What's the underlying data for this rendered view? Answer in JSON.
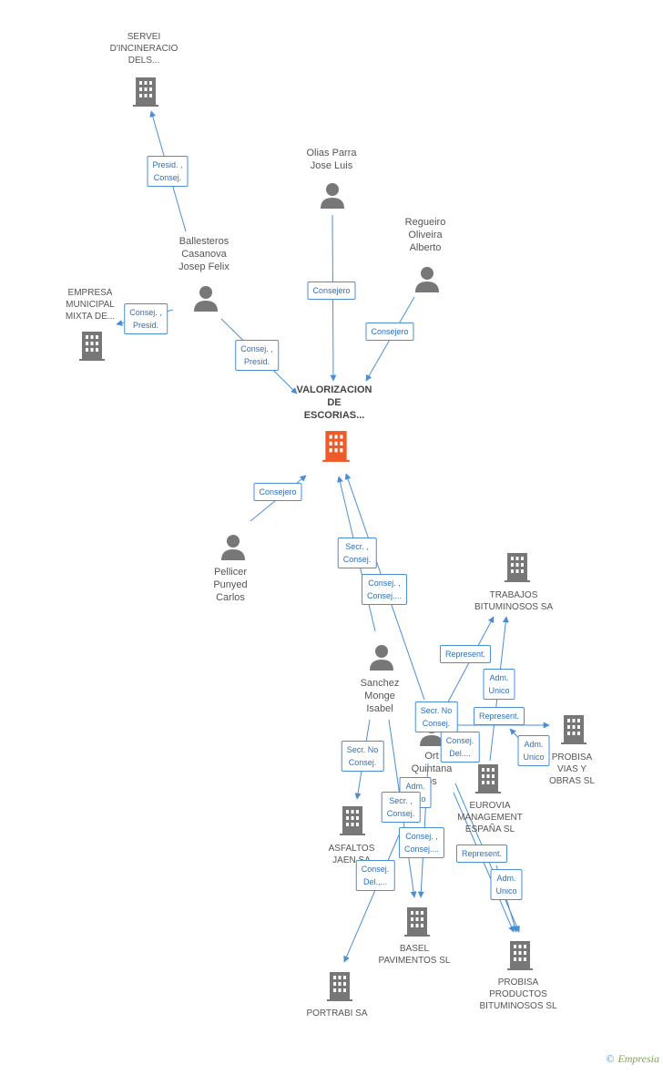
{
  "nodes": {
    "servei": {
      "label": "SERVEI\nD'INCINERACIO\nDELS..."
    },
    "olias": {
      "label": "Olias Parra\nJose Luis"
    },
    "regueiro": {
      "label": "Regueiro\nOliveira\nAlberto"
    },
    "ballesteros": {
      "label": "Ballesteros\nCasanova\nJosep Felix"
    },
    "empresa_municipal": {
      "label": "EMPRESA\nMUNICIPAL\nMIXTA DE..."
    },
    "valorizacion": {
      "label": "VALORIZACION\nDE\nESCORIAS..."
    },
    "pellicer": {
      "label": "Pellicer\nPunyed\nCarlos"
    },
    "trabajos": {
      "label": "TRABAJOS\nBITUMINOSOS SA"
    },
    "sanchez": {
      "label": "Sanchez\nMonge\nIsabel"
    },
    "ortiz": {
      "label": "Ort\nQuintana\nos"
    },
    "probisa_vias": {
      "label": "PROBISA\nVIAS Y\nOBRAS SL"
    },
    "eurovia": {
      "label": "EUROVIA\nMANAGEMENT\nESPAÑA  SL"
    },
    "asfaltos": {
      "label": "ASFALTOS\nJAEN SA"
    },
    "basel": {
      "label": "BASEL\nPAVIMENTOS SL"
    },
    "probisa_productos": {
      "label": "PROBISA\nPRODUCTOS\nBITUMINOSOS SL"
    },
    "portrabi": {
      "label": "PORTRABI SA"
    }
  },
  "relations": [
    {
      "label": "Presid. ,\nConsej."
    },
    {
      "label": "Consejero"
    },
    {
      "label": "Consejero"
    },
    {
      "label": "Consej. ,\nPresid."
    },
    {
      "label": "Consej. ,\nPresid."
    },
    {
      "label": "Consejero"
    },
    {
      "label": "Secr. ,\nConsej."
    },
    {
      "label": "Consej. ,\nConsej...."
    },
    {
      "label": "Represent."
    },
    {
      "label": "Adm.\nUnico"
    },
    {
      "label": "Secr.  No\nConsej."
    },
    {
      "label": "Represent."
    },
    {
      "label": "Consej.\nDel...."
    },
    {
      "label": "Adm.\nUnico"
    },
    {
      "label": "Secr.  No\nConsej."
    },
    {
      "label": "Adm.\nUnico"
    },
    {
      "label": "Secr. ,\nConsej."
    },
    {
      "label": "Consej. ,\nConsej...."
    },
    {
      "label": "Consej.\nDel.,..."
    },
    {
      "label": "Represent."
    },
    {
      "label": "Adm.\nUnico"
    }
  ],
  "colors": {
    "edge": "#4a8fd6",
    "node": "#777777",
    "main_node": "#f05a28"
  },
  "footer": {
    "copyright": "©",
    "brand": "Empresia"
  }
}
